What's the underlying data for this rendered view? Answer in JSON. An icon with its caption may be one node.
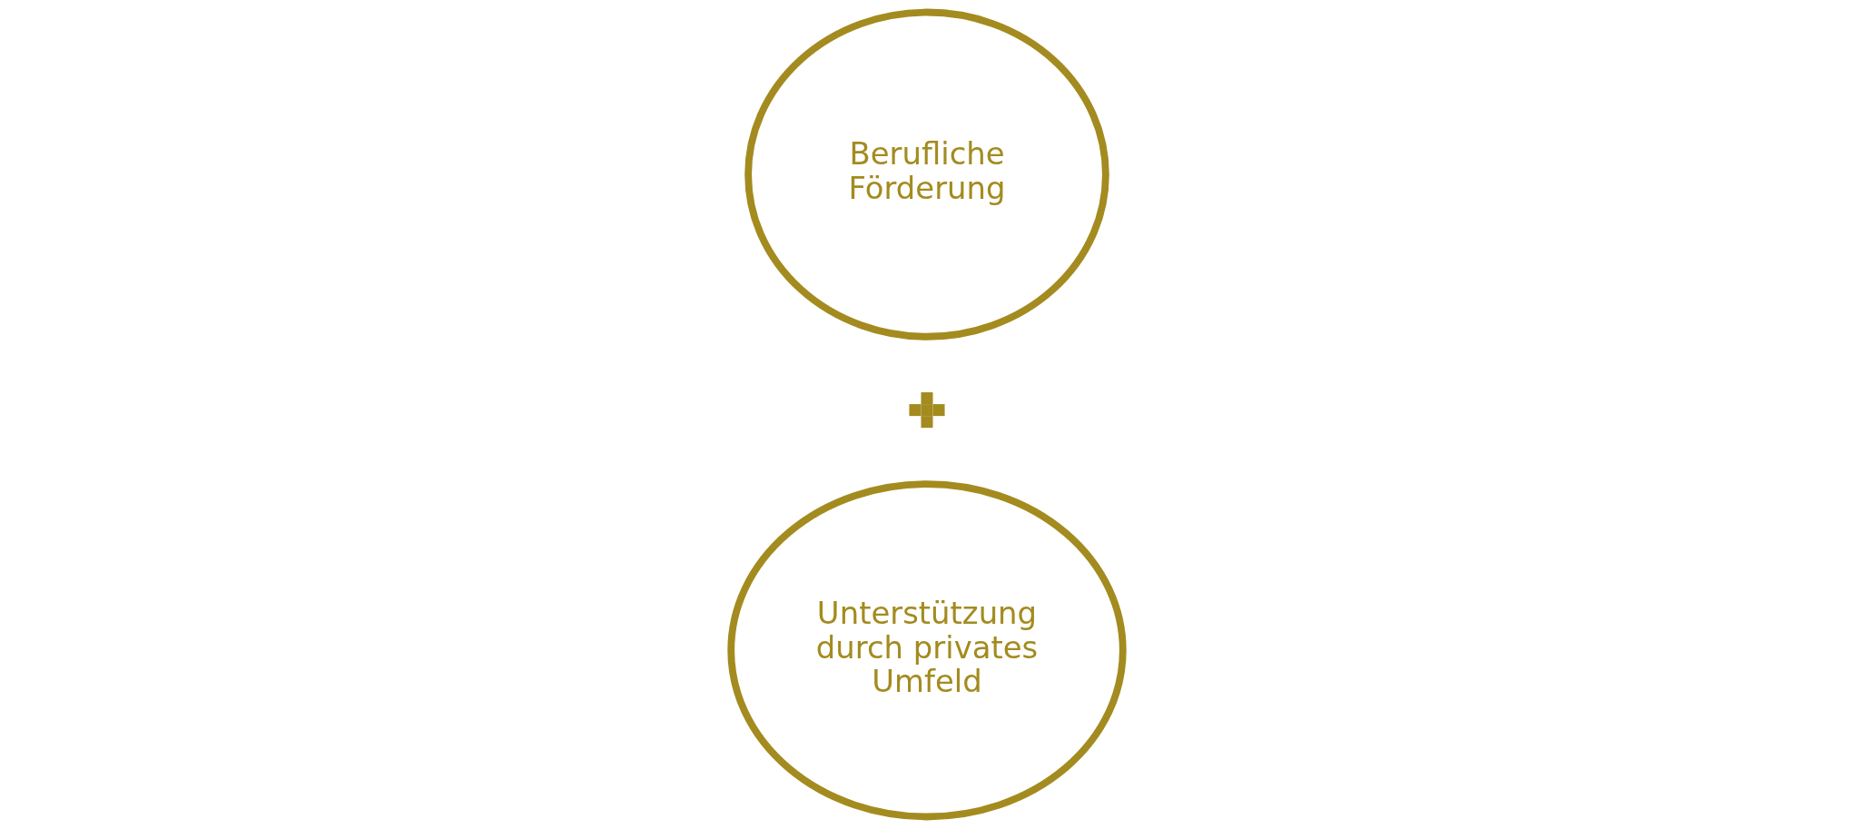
{
  "diagram": {
    "nodes": [
      {
        "text": [
          "Berufliche Förderung"
        ]
      },
      {
        "text": [],
        "shape": "plus"
      },
      {
        "text": [
          "Unterstützung durch privates Umfeld"
        ]
      }
    ]
  }
}
